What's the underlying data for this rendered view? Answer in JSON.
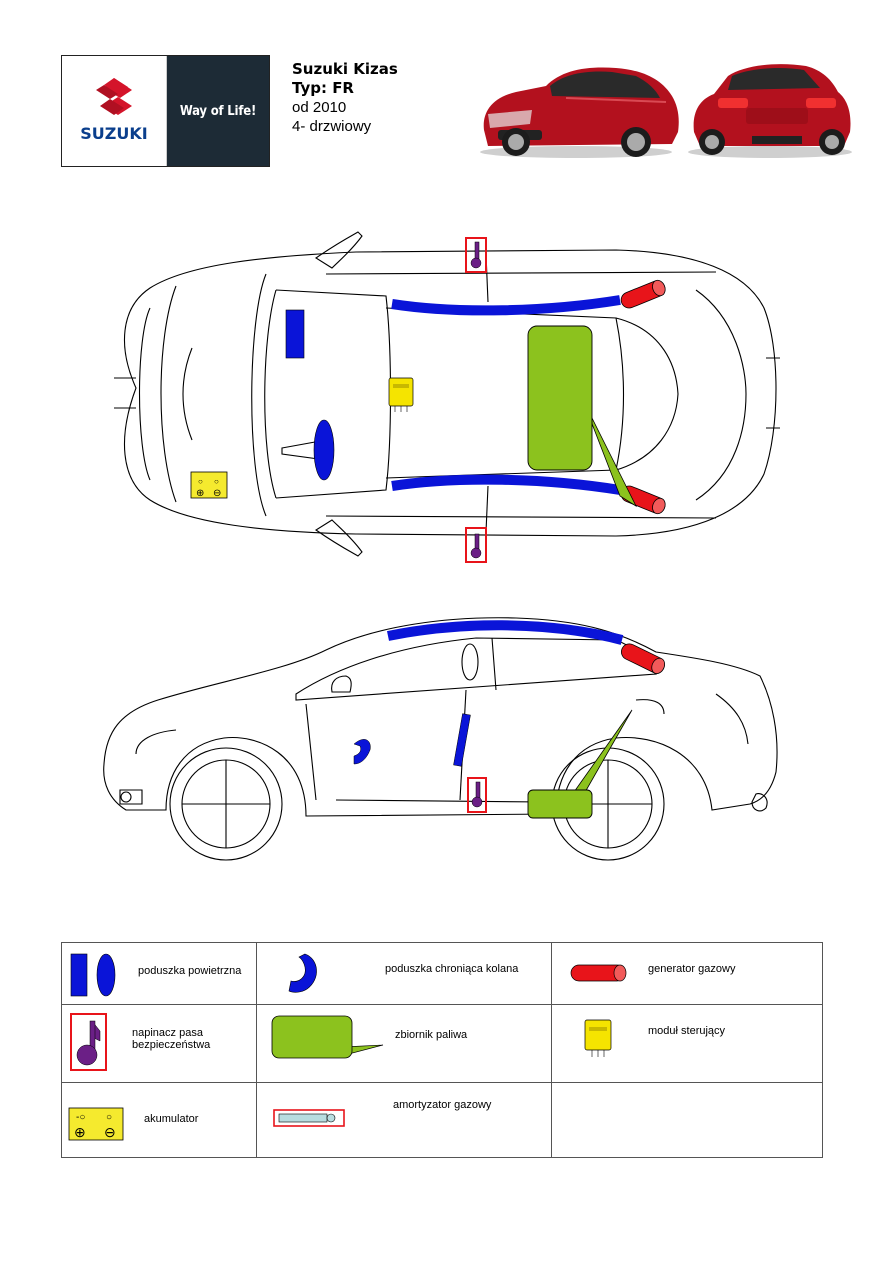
{
  "header": {
    "logo_brand": "SUZUKI",
    "logo_slogan": "Way of Life!",
    "model_line": "Suzuki Kizas",
    "type_line": "Typ: FR",
    "year_line": "od 2010",
    "body_line": "4- drzwiowy"
  },
  "legend": {
    "airbag": "poduszka powietrzna",
    "knee_airbag": "poduszka chroniąca kolana",
    "gas_generator": "generator gazowy",
    "belt_tensioner_line1": "napinacz pasa",
    "belt_tensioner_line2": "bezpieczeństwa",
    "fuel_tank": "zbiornik paliwa",
    "control_module": "moduł sterujący",
    "battery": "akumulator",
    "gas_strut": "amortyzator gazowy"
  },
  "colors": {
    "airbag": "#0a14d8",
    "gas_generator": "#e8141a",
    "belt_tensioner": "#6b1f86",
    "fuel_tank": "#8cc21e",
    "control_module": "#f5e400",
    "battery": "#f5ea2e",
    "gas_strut": "#b8dde0",
    "highlight_frame": "#e8141a",
    "logo_red": "#d4142a",
    "logo_blue": "#0a3e8c",
    "logo_dark": "#1d2b36"
  }
}
